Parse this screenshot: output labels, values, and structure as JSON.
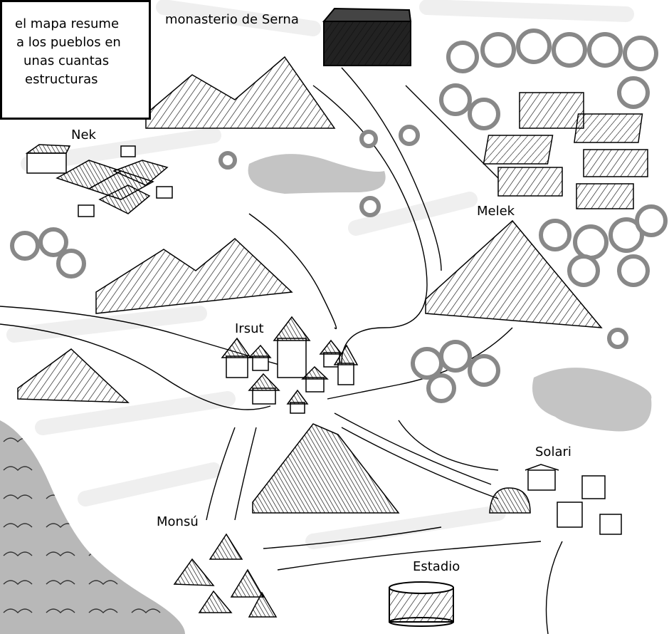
{
  "note": {
    "lines": [
      "el mapa resume",
      "a los pueblos en",
      "unas cuantas",
      "estructuras"
    ]
  },
  "places": {
    "monastery": "monasterio de Serna",
    "nek": "Nek",
    "melek": "Melek",
    "irsut": "Irsut",
    "solari": "Solari",
    "monsu": "Monsú",
    "estadio": "Estadio"
  },
  "colors": {
    "ink": "#000000",
    "shade": "#9a9a9a",
    "wash": "#ececec",
    "sea": "#b8b8b8"
  }
}
